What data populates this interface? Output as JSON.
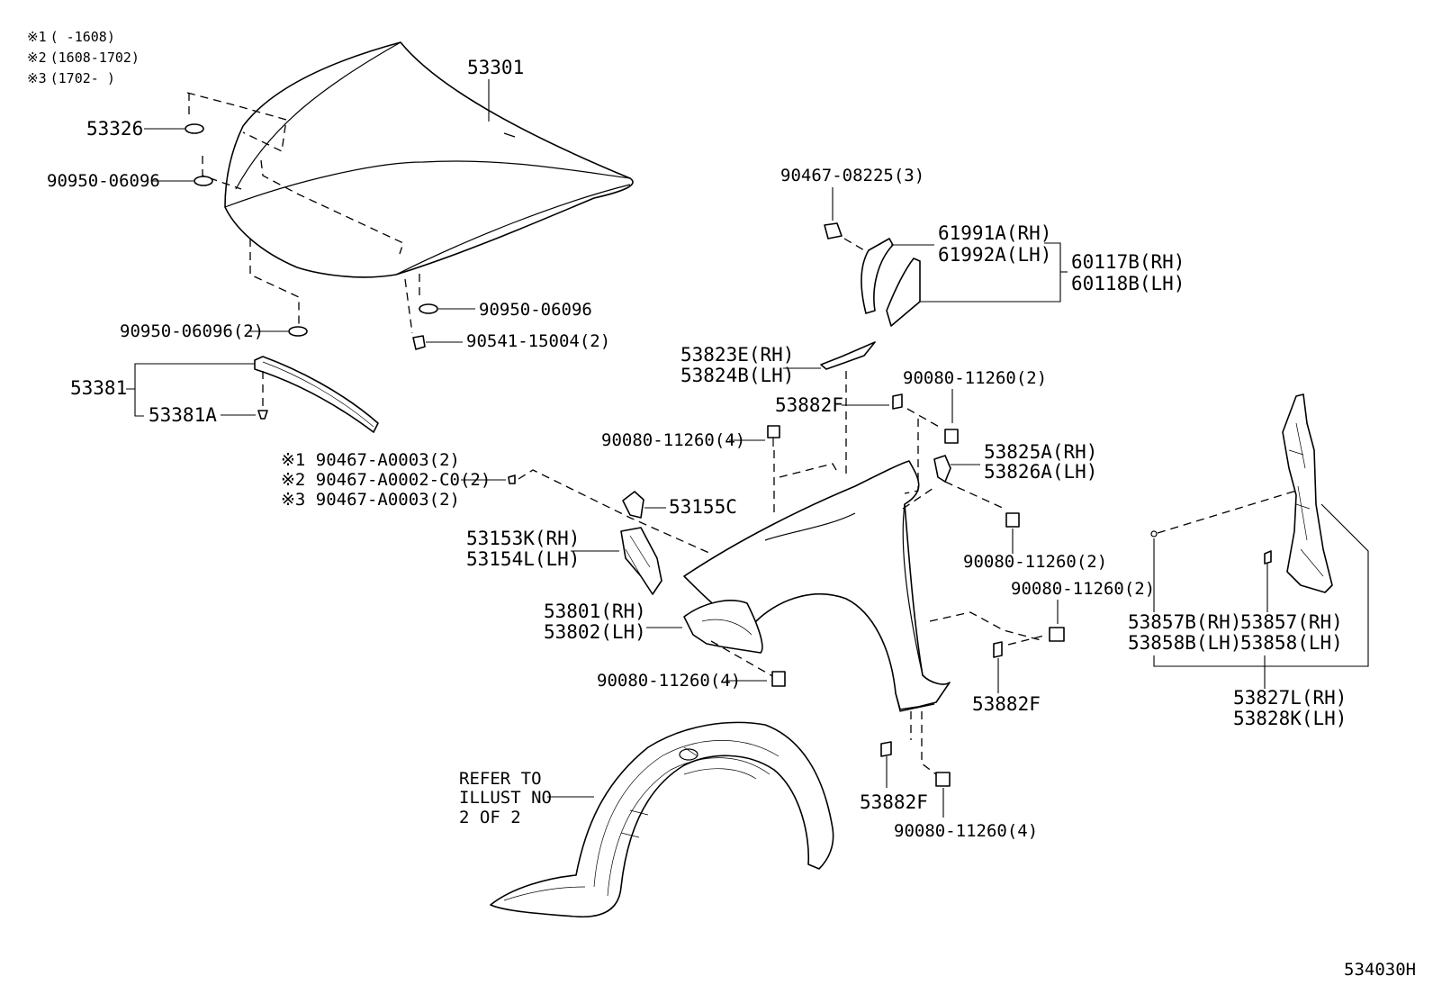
{
  "notes": [
    {
      "mark": "※1",
      "range": "(      -1608)"
    },
    {
      "mark": "※2",
      "range": "(1608-1702)"
    },
    {
      "mark": "※3",
      "range": "(1702-      )"
    }
  ],
  "callouts": {
    "hood": "53301",
    "hood_cushion": "53326",
    "hood_cushion_2": "90950-06096",
    "hood_cushion_rear": "90950-06096(2)",
    "hood_cushion_right": "90950-06096",
    "hood_clip": "90541-15004(2)",
    "hood_seal": "53381",
    "hood_seal_clip": "53381A",
    "clip_note_1": "※1 90467-A0003(2)",
    "clip_note_2": "※2 90467-A0002-C0(2)",
    "clip_note_3": "※3 90467-A0003(2)",
    "bracket_53155c": "53155C",
    "seal_rh": "53153K(RH)",
    "seal_lh": "53154L(LH)",
    "splash_rh": "53801(RH)",
    "splash_lh": "53802(LH)",
    "bolt_fender_bottom_left": "90080-11260(4)",
    "bolt_fender_top_left": "90080-11260(4)",
    "clip_top": "90467-08225(3)",
    "molding_rh": "61991A(RH)",
    "molding_lh": "61992A(LH)",
    "cover_rh": "60117B(RH)",
    "cover_lh": "60118B(LH)",
    "fender_liner_rh": "53823E(RH)",
    "fender_liner_lh": "53824B(LH)",
    "bolt_right_top": "90080-11260(2)",
    "spacer_top": "53882F",
    "bracket_rh": "53825A(RH)",
    "bracket_lh": "53826A(LH)",
    "bolt_right_mid": "90080-11260(2)",
    "bolt_right_lower": "90080-11260(2)",
    "spacer_mid": "53882F",
    "spacer_bottom": "53882F",
    "bolt_bottom": "90080-11260(4)",
    "refer_line1": "REFER TO",
    "refer_line2": "ILLUST NO",
    "refer_line3": "2 OF 2",
    "side_seal_b_rh": "53857B(RH)",
    "side_seal_b_lh": "53858B(LH)",
    "side_seal_rh": "53857(RH)",
    "side_seal_lh": "53858(LH)",
    "side_seal_asm_rh": "53827L(RH)",
    "side_seal_asm_lh": "53828K(LH)",
    "illustration_code": "534030H"
  }
}
